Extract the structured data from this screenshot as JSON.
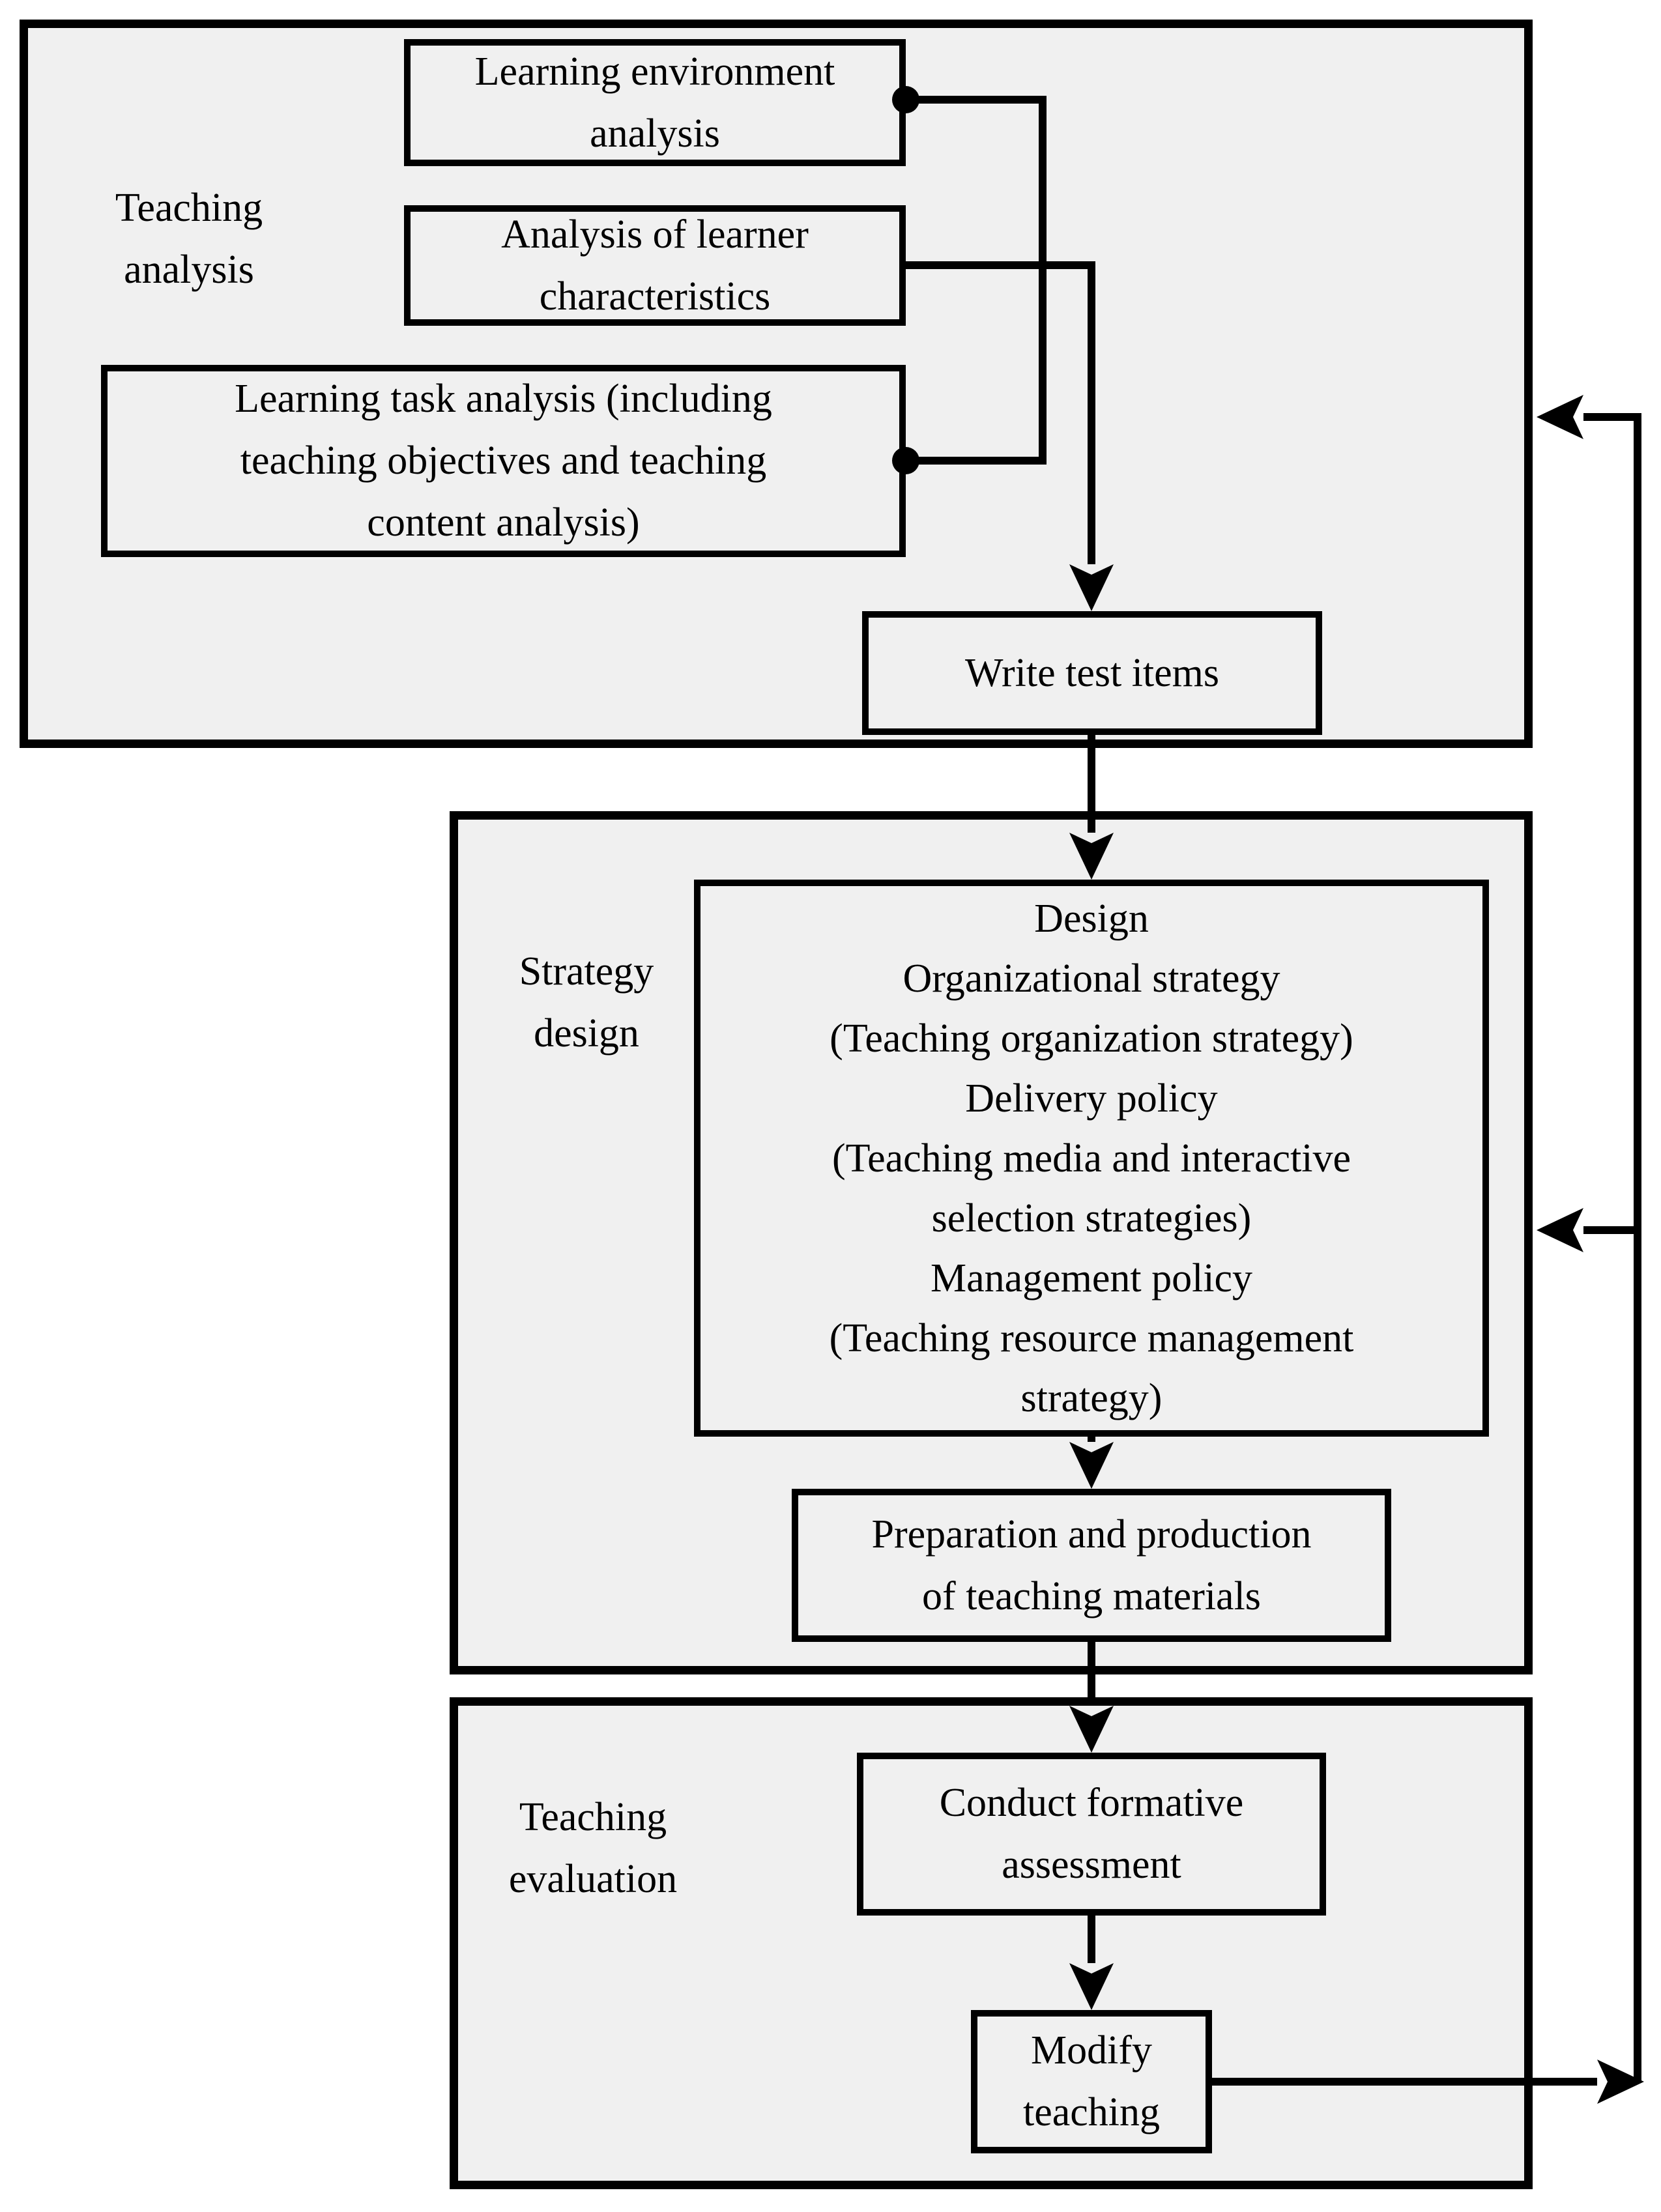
{
  "sections": [
    {
      "name": "teaching-analysis",
      "lines": [
        "Teaching",
        "analysis"
      ]
    },
    {
      "name": "strategy-design",
      "lines": [
        "Strategy",
        "design"
      ]
    },
    {
      "name": "teaching-evaluation",
      "lines": [
        "Teaching",
        "evaluation"
      ]
    }
  ],
  "nodes": {
    "learning_environment": {
      "lines": [
        "Learning environment",
        "analysis"
      ]
    },
    "learner_characteristics": {
      "lines": [
        "Analysis of learner",
        "characteristics"
      ]
    },
    "learning_task": {
      "lines": [
        "Learning task analysis (including",
        "teaching objectives and teaching",
        "content analysis)"
      ]
    },
    "write_test_items": {
      "lines": [
        "Write test items"
      ]
    },
    "design": {
      "lines": [
        "Design",
        "Organizational strategy",
        "(Teaching organization strategy)",
        "Delivery policy",
        "(Teaching media and interactive",
        "selection strategies)",
        "Management policy",
        "(Teaching resource management",
        "strategy)"
      ]
    },
    "preparation": {
      "lines": [
        "Preparation and production",
        "of teaching materials"
      ]
    },
    "formative_assessment": {
      "lines": [
        "Conduct formative",
        "assessment"
      ]
    },
    "modify_teaching": {
      "lines": [
        "Modify",
        "teaching"
      ]
    }
  },
  "colors": {
    "background": "#ffffff",
    "section_fill": "#f0f0f0",
    "node_fill": "#f0f0f0",
    "line": "#000000",
    "text": "#000000"
  }
}
